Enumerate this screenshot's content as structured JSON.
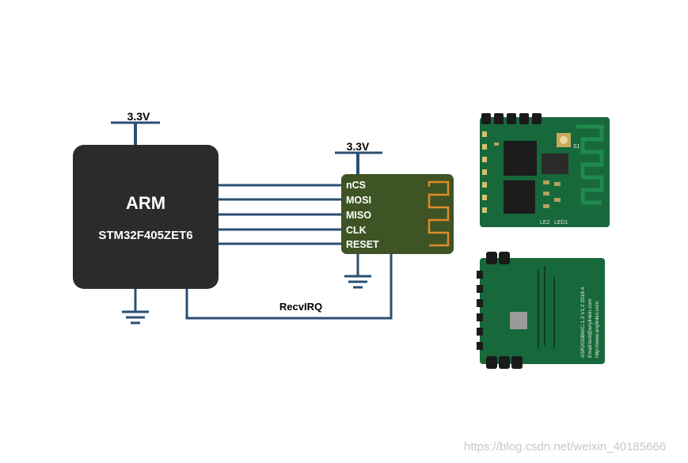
{
  "colors": {
    "wire": "#2a4f72",
    "mcu_fill": "#2b2b2b",
    "module_fill": "#3e5424",
    "antenna": "#e08a2a",
    "pcb_green": "#17683a",
    "pcb_dark": "#0e3f22",
    "chip": "#1c1c1c",
    "watermark": "#c8c8c8"
  },
  "mcu": {
    "power_label": "3.3V",
    "name": "ARM",
    "part": "STM32F405ZET6"
  },
  "module": {
    "power_label": "3.3V",
    "pins": [
      "nCS",
      "MOSI",
      "MISO",
      "CLK",
      "RESET"
    ],
    "antenna_icon": "pcb-antenna-trace"
  },
  "irq_label": "RecvIRQ",
  "photos": {
    "top_board_text": [
      "S1",
      "LE2",
      "LED1"
    ],
    "bottom_board_text": [
      "ASR2G5BNIC-1.3 V1.2 2018.4",
      "Email:test@anylinkin.com",
      "http://www.anylinkin.com"
    ]
  },
  "watermark": "https://blog.csdn.net/weixin_40185666"
}
